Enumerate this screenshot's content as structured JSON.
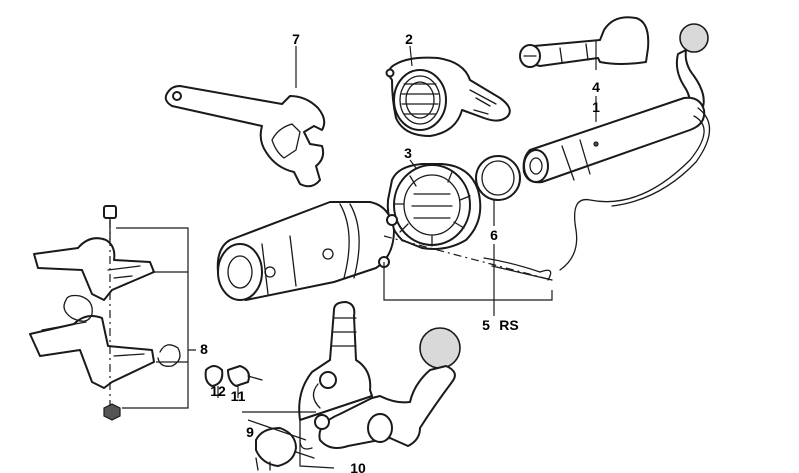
{
  "diagram": {
    "callouts": [
      {
        "id": "p1",
        "text": "1"
      },
      {
        "id": "p2",
        "text": "2"
      },
      {
        "id": "p3",
        "text": "3"
      },
      {
        "id": "p4",
        "text": "4"
      },
      {
        "id": "p5",
        "text": "5"
      },
      {
        "id": "prs",
        "text": "RS"
      },
      {
        "id": "p6",
        "text": "6"
      },
      {
        "id": "p7",
        "text": "7"
      },
      {
        "id": "p8",
        "text": "8"
      },
      {
        "id": "p9",
        "text": "9"
      },
      {
        "id": "p10",
        "text": "10"
      },
      {
        "id": "p11",
        "text": "11"
      },
      {
        "id": "p12",
        "text": "12"
      }
    ],
    "colors": {
      "line": "#1a1a1a",
      "background": "#ffffff",
      "shade": "#d9d9d9"
    }
  }
}
